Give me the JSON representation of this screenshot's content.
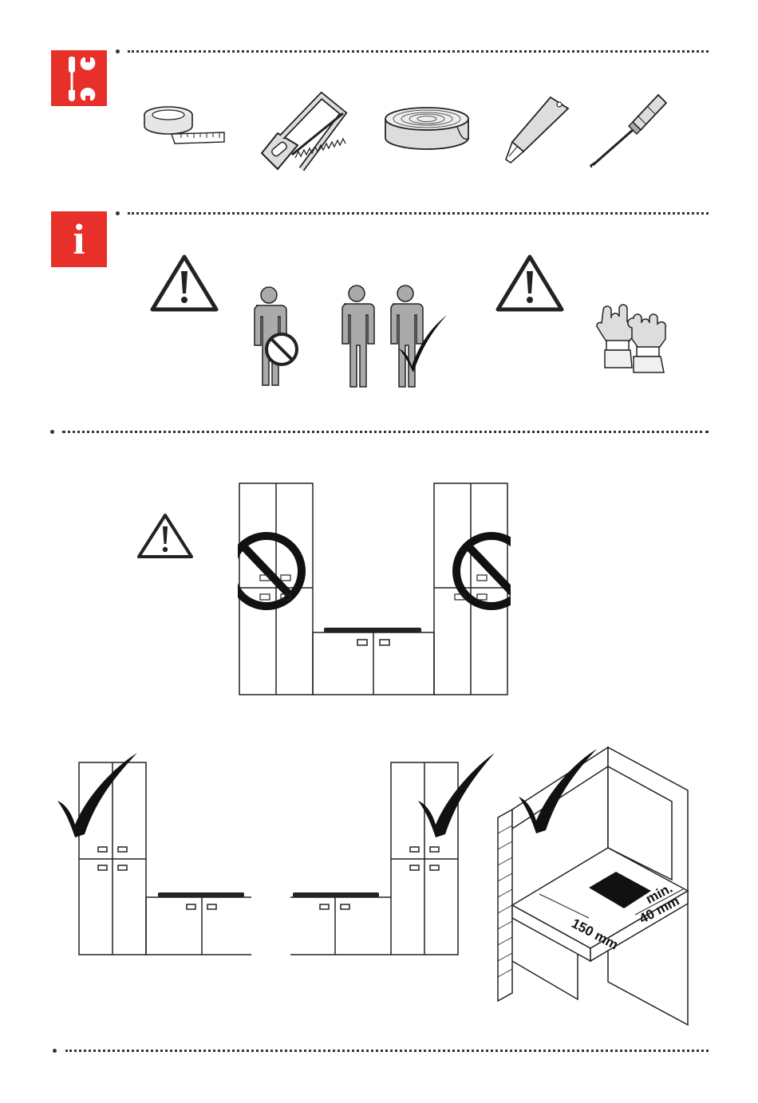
{
  "sections": {
    "tools": {
      "badge_icon": "tools-icon",
      "badge_color": "#e8302a",
      "items": [
        "measuring-tape-icon",
        "hacksaw-icon",
        "sealing-tape-roll-icon",
        "utility-knife-icon",
        "screwdriver-icon"
      ]
    },
    "info": {
      "badge_icon": "info-icon",
      "badge_text": "i",
      "badge_color": "#e8302a",
      "items": [
        "warning-icon",
        "single-person-prohibited-icon",
        "two-persons-required-icon",
        "warning-icon",
        "protective-gloves-icon"
      ]
    },
    "placement_wrong": {
      "items": [
        "warning-icon",
        "tall-cabinet-prohibited-icon",
        "tall-cabinet-prohibited-icon"
      ]
    },
    "placement_ok": {
      "items": [
        "checkmark-icon",
        "checkmark-icon",
        "checkmark-icon"
      ],
      "dimensions": {
        "side_clearance": "150 mm",
        "back_clearance": "min.\n40 mm"
      }
    }
  }
}
